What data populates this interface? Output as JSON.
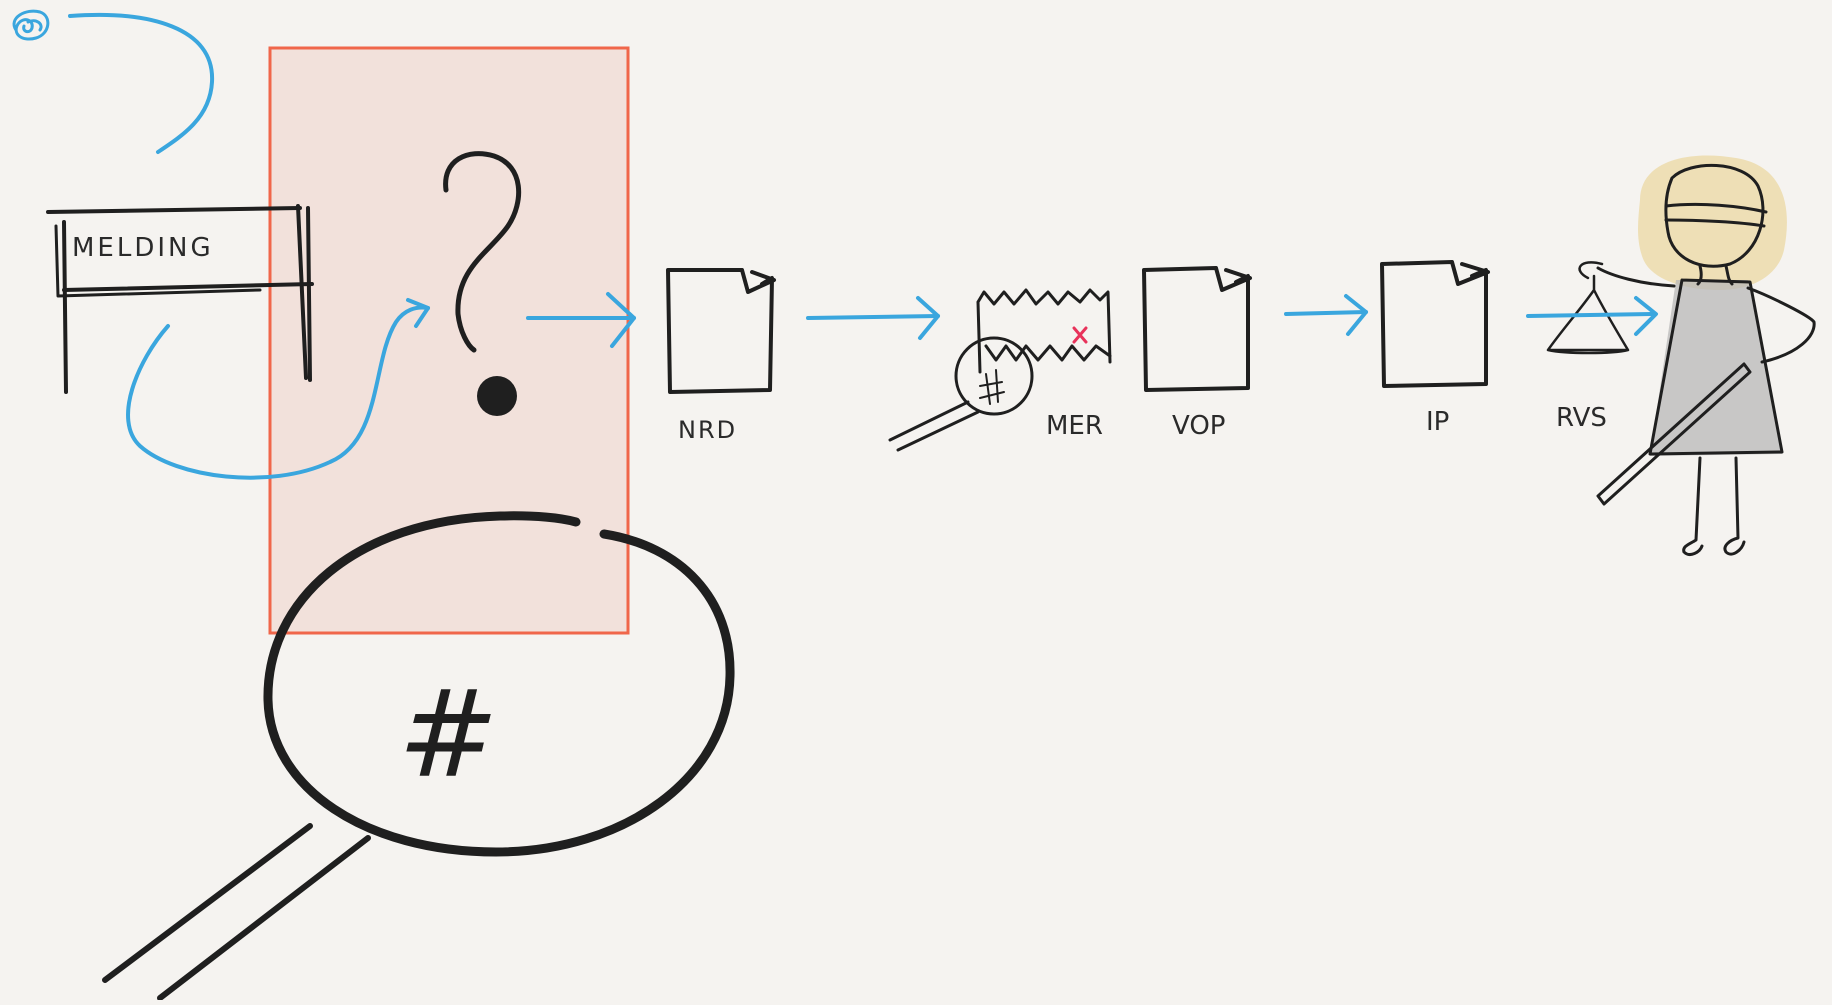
{
  "colors": {
    "background": "#f5f3f0",
    "ink": "#1f1f1f",
    "flow_arrow": "#3aa6de",
    "highlight_fill": "#f2e1db",
    "highlight_stroke": "#f0664a",
    "hair": "#ecd9a8",
    "dress": "#b8b8b8",
    "mark": "#e8325a"
  },
  "sign": {
    "label": "MELDING"
  },
  "question": {
    "symbol": "?"
  },
  "magnifier": {
    "symbol": "#"
  },
  "steps": [
    {
      "label": "NRD",
      "icon": "document-icon"
    },
    {
      "label": "MER",
      "icon": "torn-document-icon"
    },
    {
      "label": "VOP",
      "icon": "document-icon"
    },
    {
      "label": "IP",
      "icon": "document-icon"
    },
    {
      "label": "RVS",
      "icon": "scales-icon"
    }
  ],
  "figure": {
    "icon": "blindfolded-justice-icon"
  }
}
